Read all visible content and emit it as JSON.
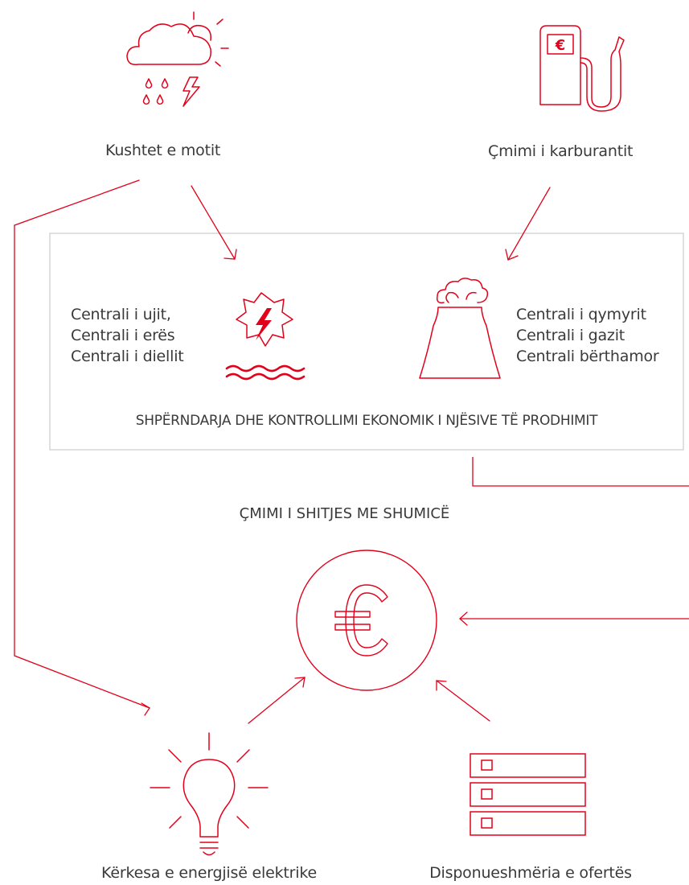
{
  "colors": {
    "accent": "#e2001a",
    "box_border": "#cfcfcf",
    "text": "#3a3a3a"
  },
  "inputs": {
    "weather": {
      "label": "Kushtet e motit",
      "icon": "weather-icon"
    },
    "fuel": {
      "label": "Çmimi i karburantit",
      "icon": "fuel-pump-icon"
    },
    "demand": {
      "label": "Kërkesa e energjisë elektrike",
      "icon": "light-bulb-icon"
    },
    "supply": {
      "label": "Disponueshmëria e ofertës",
      "icon": "server-stack-icon"
    }
  },
  "box": {
    "renewables": [
      "Centrali i ujit,",
      "Centrali i erës",
      "Centrali i diellit"
    ],
    "conventional": [
      "Centrali i qymyrit",
      "Centrali i gazit",
      "Centrali bërthamor"
    ],
    "title": "SHPËRNDARJA DHE KONTROLLIMI EKONOMIK I NJËSIVE TË PRODHIMIT"
  },
  "price": {
    "title": "ÇMIMI I SHITJES ME SHUMICË",
    "icon": "euro-coin-icon",
    "symbol": "€"
  },
  "fuel_symbol": "€"
}
